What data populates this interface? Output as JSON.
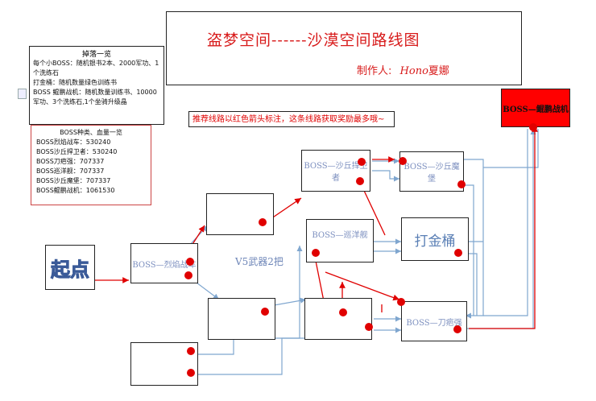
{
  "title": {
    "part1": "盗梦空间",
    "dashes": "------",
    "part2": "沙漠空间路线图",
    "maker_label": "制作人:",
    "maker_name": "Hono",
    "maker_suffix": "夏娜"
  },
  "drops_panel": {
    "heading": "掉落一览",
    "lines": [
      "每个小BOSS：随机银书2本、2000军功、1个洗练石",
      "打金桶：随机数量绿色训练书",
      "BOSS 鲲鹏战机：随机数量训练书、10000军功、3个洗练石,1个坐骑升级晶"
    ]
  },
  "boss_panel": {
    "heading": "BOSS种类、血量一览",
    "lines": [
      "BOSS烈焰战车：530240",
      "BOSS沙丘捍卫者：530240",
      "BOSS刀疤强：707337",
      "BOSS巡洋舰：707337",
      "BOSS沙丘魔堡：707337",
      "BOSS鲲鹏战机：1061530"
    ]
  },
  "notice": "推荐线路以红色箭头标注，这条线路获取奖励最多哦~",
  "nodes": {
    "start": "起点",
    "chariot": "BOSS—烈焰战车",
    "defender": "BOSS—沙丘捍卫者",
    "fortress": "BOSS—沙丘魔堡",
    "cruiser": "BOSS—巡洋舰",
    "gold_barrel": "打金桶",
    "scar": "BOSS—刀疤强",
    "kunpeng": "BOSS—鲲鹏战机"
  },
  "v5_label": "V5武器2把",
  "colors": {
    "red": "#e00000",
    "blue": "#7fa6cf",
    "boss_text": "#7c8fbf",
    "kunpeng_bg": "#ff0000"
  }
}
